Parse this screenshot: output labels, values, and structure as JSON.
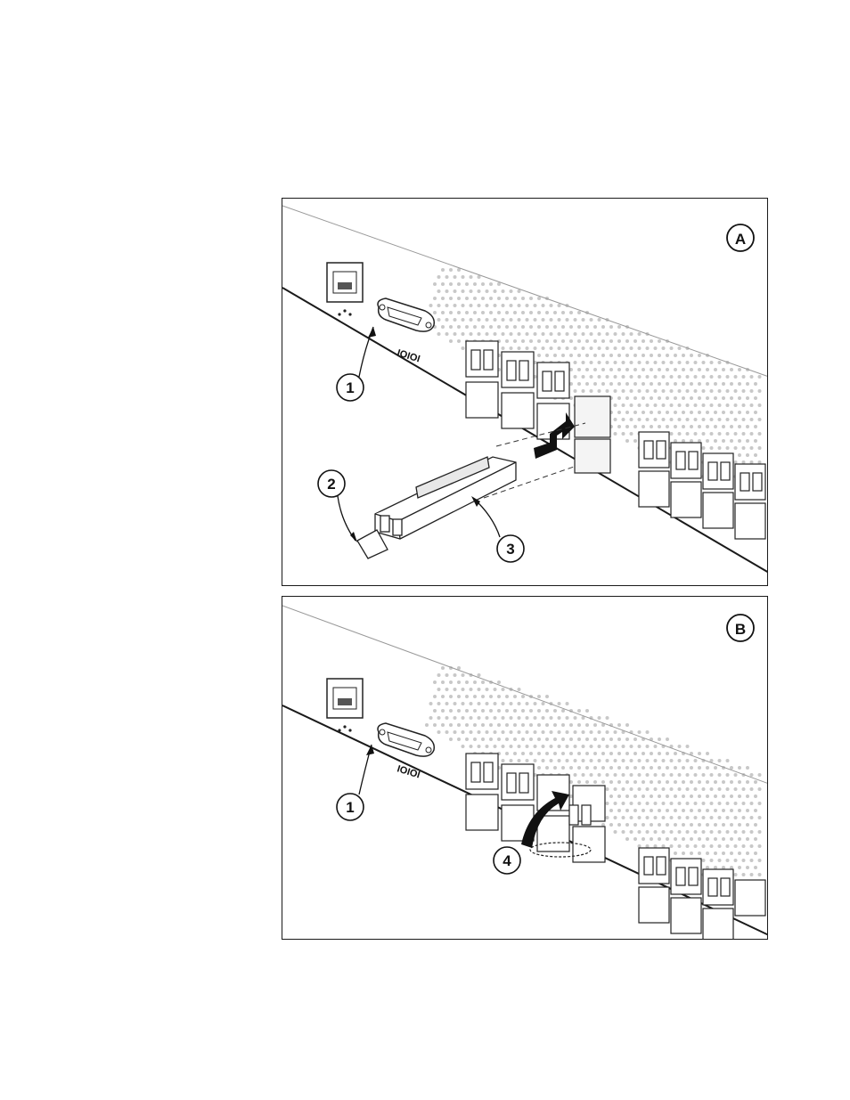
{
  "panels": [
    {
      "id": "A",
      "label": "A",
      "callouts": [
        "1",
        "2",
        "3"
      ]
    },
    {
      "id": "B",
      "label": "B",
      "callouts": [
        "1",
        "4"
      ]
    }
  ],
  "serial_port_label": "IOIOI",
  "icons": [
    "ethernet-port-icon",
    "serial-port-icon",
    "sfp-transceiver-icon",
    "insert-arrow-icon"
  ],
  "colors": {
    "line": "#1a1a1a",
    "dots": "#c8c8c8",
    "arrow": "#111111"
  }
}
